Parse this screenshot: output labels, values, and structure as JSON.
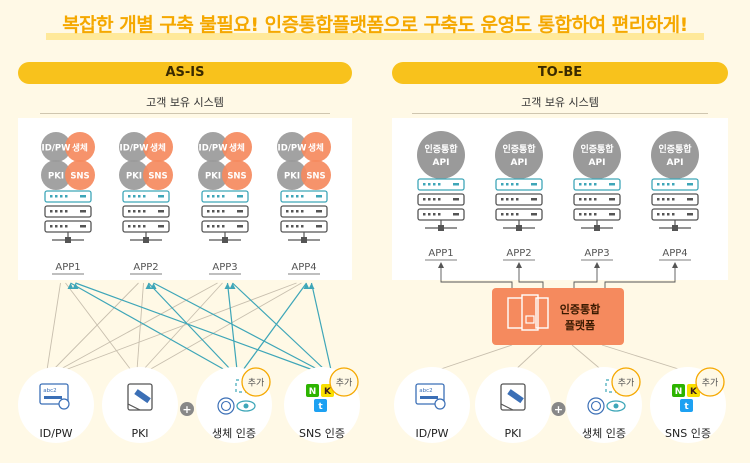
{
  "headline": "복잡한 개별 구축 불필요! 인증통합플랫폼으로 구축도 운영도 통합하여 편리하게!",
  "asis": {
    "label": "AS-IS",
    "section_title": "고객 보유 시스템",
    "badges": [
      "ID/PW",
      "생체",
      "PKI",
      "SNS"
    ],
    "apps": [
      "APP1",
      "APP2",
      "APP3",
      "APP4"
    ]
  },
  "tobe": {
    "label": "TO-BE",
    "section_title": "고객 보유 시스템",
    "api_line1": "인증통합",
    "api_line2": "API",
    "apps": [
      "APP1",
      "APP2",
      "APP3",
      "APP4"
    ],
    "platform_line1": "인증통합",
    "platform_line2": "플랫폼"
  },
  "auth_methods": [
    "ID/PW",
    "PKI",
    "생체 인증",
    "SNS 인증"
  ],
  "icon_text": {
    "id_screen": "abc2",
    "add": "추가",
    "plus": "+",
    "sns_n": "N",
    "sns_k": "K",
    "sns_t": "t"
  },
  "colors": {
    "accent": "#f5a800",
    "pill": "#f8c21c",
    "gray_badge": "#9a9a9a",
    "orange_badge": "#f58a5e",
    "teal_line": "#3ea6b8",
    "platform": "#f58a5e"
  }
}
